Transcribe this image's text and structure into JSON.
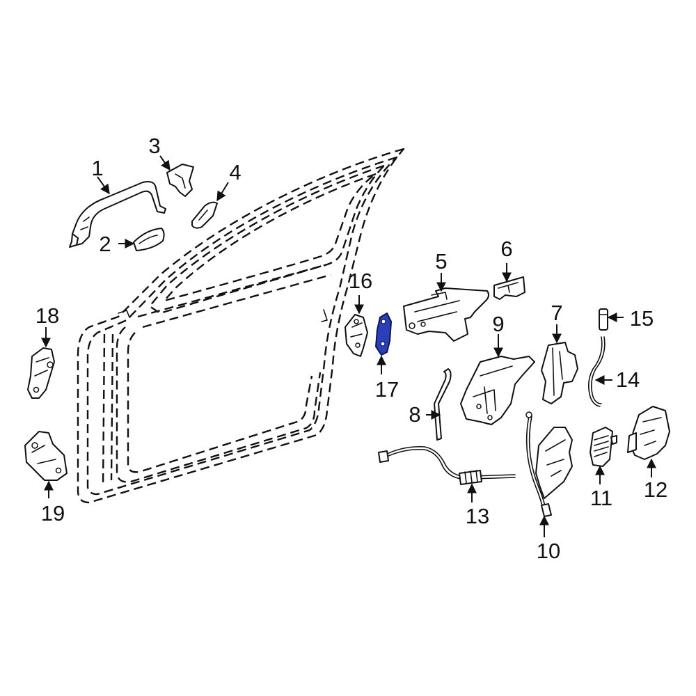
{
  "diagram": {
    "highlight_color": "#2b3fb8",
    "line_color": "#111111",
    "background": "#ffffff",
    "highlighted_part": "17",
    "callouts": {
      "c1": "1",
      "c2": "2",
      "c3": "3",
      "c4": "4",
      "c5": "5",
      "c6": "6",
      "c7": "7",
      "c8": "8",
      "c9": "9",
      "c10": "10",
      "c11": "11",
      "c12": "12",
      "c13": "13",
      "c14": "14",
      "c15": "15",
      "c16": "16",
      "c17": "17",
      "c18": "18",
      "c19": "19"
    }
  }
}
